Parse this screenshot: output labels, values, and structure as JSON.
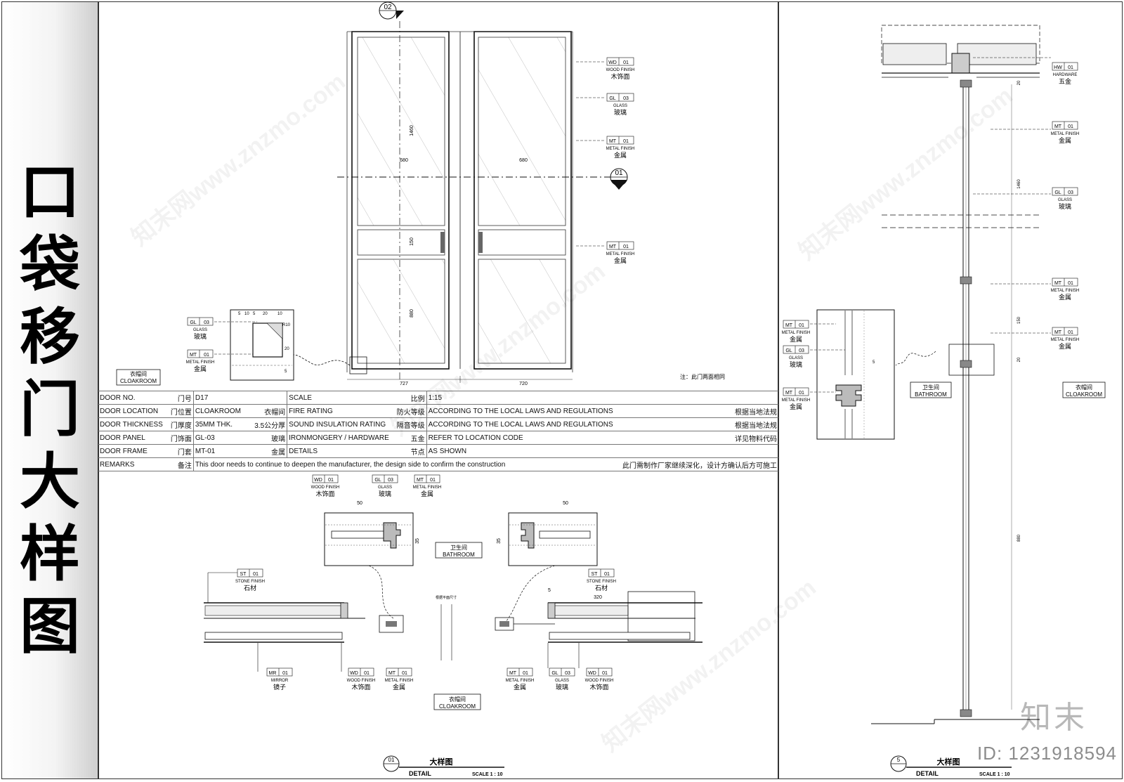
{
  "sheet": {
    "title_chars": [
      "口",
      "袋",
      "移",
      "门",
      "大",
      "样",
      "图"
    ]
  },
  "elevation": {
    "marker_top": "02",
    "marker_right": "01",
    "dims": {
      "top_panel": "1460",
      "mid_rail": "150",
      "bottom_panel": "880",
      "panel_w_left": "680",
      "panel_w_right": "680",
      "bottom_left": "727",
      "bottom_right": "720"
    },
    "note": "注：此门两面相同",
    "room_tag": {
      "cn": "衣帽间",
      "en": "CLOAKROOM"
    }
  },
  "callouts": [
    {
      "code": "WD",
      "no": "01",
      "en": "WOOD FINISH",
      "cn": "木饰面"
    },
    {
      "code": "GL",
      "no": "03",
      "en": "GLASS",
      "cn": "玻璃"
    },
    {
      "code": "MT",
      "no": "01",
      "en": "METAL FINISH",
      "cn": "金属"
    },
    {
      "code": "MT",
      "no": "01",
      "en": "METAL FINISH",
      "cn": "金属"
    }
  ],
  "detail_callouts": [
    {
      "code": "GL",
      "no": "03",
      "en": "GLASS",
      "cn": "玻璃"
    },
    {
      "code": "MT",
      "no": "01",
      "en": "METAL FINISH",
      "cn": "金属"
    }
  ],
  "detail_dims": [
    "5",
    "10",
    "5",
    "20",
    "10",
    "R10",
    "20",
    "5"
  ],
  "spec_table": [
    {
      "label": "DOOR NO.",
      "label_cn": "门号",
      "value": "D17",
      "value_cn": "",
      "label2": "SCALE",
      "label2_cn": "比例",
      "value2": "1:15",
      "value2_cn": ""
    },
    {
      "label": "DOOR LOCATION",
      "label_cn": "门位置",
      "value": "CLOAKROOM",
      "value_cn": "衣帽间",
      "label2": "FIRE RATING",
      "label2_cn": "防火等级",
      "value2": "ACCORDING TO THE LOCAL LAWS AND REGULATIONS",
      "value2_cn": "根据当地法规"
    },
    {
      "label": "DOOR THICKNESS",
      "label_cn": "门厚度",
      "value": "35MM THK.",
      "value_cn": "3.5公分厚",
      "label2": "SOUND INSULATION RATING",
      "label2_cn": "隔音等级",
      "value2": "ACCORDING TO THE LOCAL LAWS AND REGULATIONS",
      "value2_cn": "根据当地法规"
    },
    {
      "label": "DOOR PANEL",
      "label_cn": "门饰面",
      "value": "GL-03",
      "value_cn": "玻璃",
      "label2": "IRONMONGERY / HARDWARE",
      "label2_cn": "五金",
      "value2": "REFER TO LOCATION CODE",
      "value2_cn": "详见物料代码"
    },
    {
      "label": "DOOR FRAME",
      "label_cn": "门套",
      "value": "MT-01",
      "value_cn": "金属",
      "label2": "DETAILS",
      "label2_cn": "节点",
      "value2": "AS SHOWN",
      "value2_cn": ""
    }
  ],
  "remarks": {
    "label": "REMARKS",
    "label_cn": "备注",
    "text": "This door needs to continue to deepen the manufacturer, the design side to confirm the construction",
    "text_cn": "此门需制作厂家继续深化，设计方确认后方可施工"
  },
  "plan": {
    "top_callouts": [
      {
        "code": "WD",
        "no": "01",
        "en": "WOOD FINISH",
        "cn": "木饰面"
      },
      {
        "code": "GL",
        "no": "03",
        "en": "GLASS",
        "cn": "玻璃"
      },
      {
        "code": "MT",
        "no": "01",
        "en": "METAL FINISH",
        "cn": "金属"
      }
    ],
    "st_left": {
      "code": "ST",
      "no": "01",
      "en": "STONE FINISH",
      "cn": "石材"
    },
    "st_right": {
      "code": "ST",
      "no": "01",
      "en": "STONE FINISH",
      "cn": "石材"
    },
    "bottom_left": [
      {
        "code": "MR",
        "no": "01",
        "en": "MIRROR",
        "cn": "镜子"
      },
      {
        "code": "WD",
        "no": "01",
        "en": "WOOD FINISH",
        "cn": "木饰面"
      },
      {
        "code": "MT",
        "no": "01",
        "en": "METAL FINISH",
        "cn": "金属"
      }
    ],
    "bottom_right": [
      {
        "code": "MT",
        "no": "01",
        "en": "METAL FINISH",
        "cn": "金属"
      },
      {
        "code": "GL",
        "no": "03",
        "en": "GLASS",
        "cn": "玻璃"
      },
      {
        "code": "WD",
        "no": "01",
        "en": "WOOD FINISH",
        "cn": "木饰面"
      }
    ],
    "dims_left": {
      "d50": "50",
      "d35": "35"
    },
    "dims_right": {
      "d50": "50",
      "d35": "35",
      "d320": "320",
      "d5": "5"
    },
    "center_note": "根据平面尺寸",
    "bath_tag": {
      "cn": "卫生间",
      "en": "BATHROOM"
    },
    "cloak_tag": {
      "cn": "衣帽间",
      "en": "CLOAKROOM"
    },
    "title": {
      "no": "01",
      "cn": "大样图",
      "en": "DETAIL",
      "scale": "SCALE 1 : 10"
    }
  },
  "section": {
    "hw": {
      "code": "HW",
      "no": "01",
      "en": "HARDWARE",
      "cn": "五金"
    },
    "right_callouts": [
      {
        "code": "MT",
        "no": "01",
        "en": "METAL FINISH",
        "cn": "金属"
      },
      {
        "code": "GL",
        "no": "03",
        "en": "GLASS",
        "cn": "玻璃"
      },
      {
        "code": "MT",
        "no": "01",
        "en": "METAL FINISH",
        "cn": "金属"
      },
      {
        "code": "MT",
        "no": "01",
        "en": "METAL FINISH",
        "cn": "金属"
      }
    ],
    "left_callouts": [
      {
        "code": "MT",
        "no": "01",
        "en": "METAL FINISH",
        "cn": "金属"
      },
      {
        "code": "GL",
        "no": "03",
        "en": "GLASS",
        "cn": "玻璃"
      },
      {
        "code": "MT",
        "no": "01",
        "en": "METAL FINISH",
        "cn": "金属"
      }
    ],
    "dims": {
      "d20a": "20",
      "d1460": "1460",
      "d150": "150",
      "d20b": "20",
      "d880": "880",
      "d5": "5"
    },
    "bath_tag": {
      "cn": "卫生间",
      "en": "BATHROOM"
    },
    "cloak_tag": {
      "cn": "衣帽间",
      "en": "CLOAKROOM"
    },
    "title": {
      "no": "5",
      "cn": "大样图",
      "en": "DETAIL",
      "scale": "SCALE 1 : 10"
    }
  },
  "watermark": {
    "text": "知末网www.znzmo.com",
    "brand": "知末",
    "id": "ID: 1231918594"
  }
}
